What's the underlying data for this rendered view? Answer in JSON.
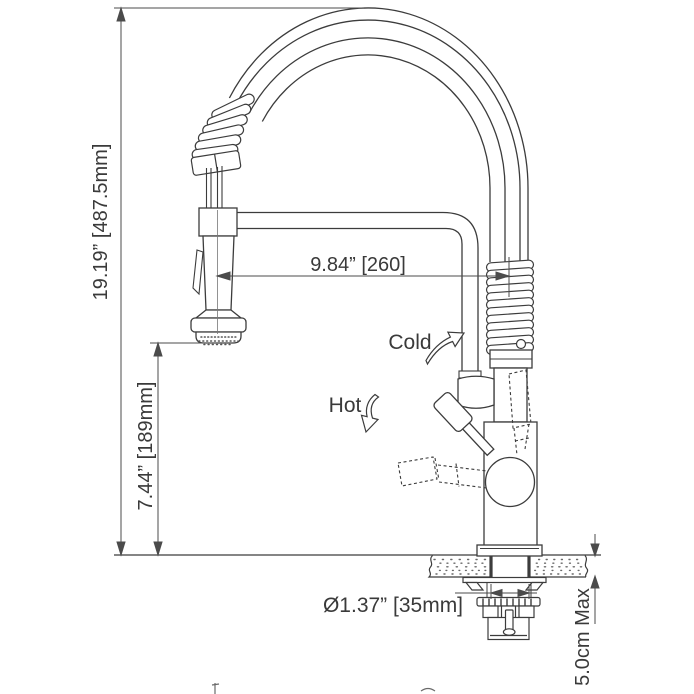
{
  "dims": {
    "overall_height": "19.19” [487.5mm]",
    "head_height": "7.44” [189mm]",
    "reach": "9.84” [260]",
    "hole_diameter": "Ø1.37” [35mm]",
    "deck_thickness_max": "5.0cm Max"
  },
  "labels": {
    "cold": "Cold",
    "hot": "Hot"
  },
  "colors": {
    "line": "#3c3c3c",
    "dimension": "#4b4b4b",
    "background": "#ffffff"
  }
}
